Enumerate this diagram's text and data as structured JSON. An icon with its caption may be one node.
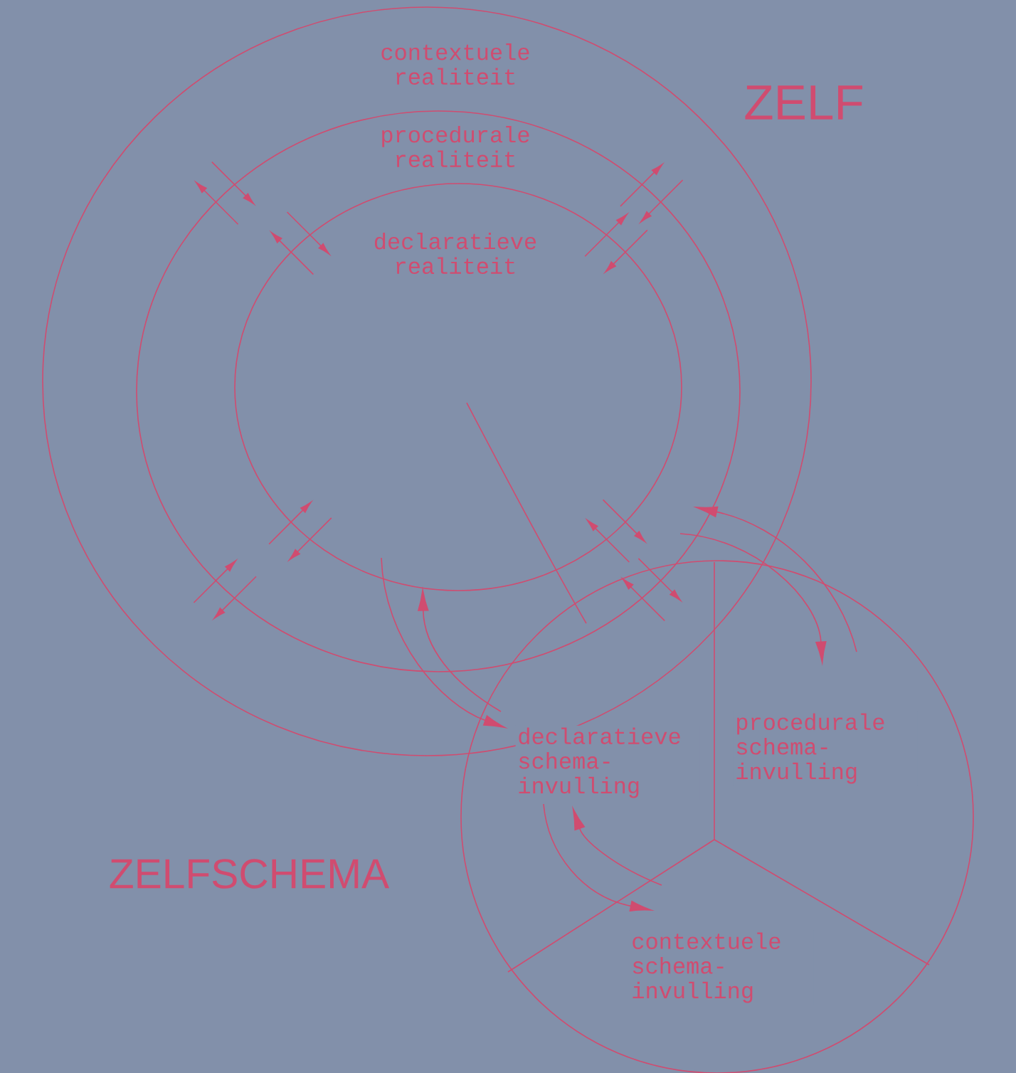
{
  "diagram": {
    "nodes": [
      {
        "text": [
          "contextuele realiteit"
        ]
      },
      {
        "text": [
          "procedurale realiteit"
        ],
        "in": 0
      },
      {
        "text": [
          "declaratieve realiteit"
        ],
        "in": 1
      },
      {
        "text": [],
        "shape": "circle"
      },
      {
        "text": [
          "declaratieve schema-invulling"
        ],
        "in": 3
      },
      {
        "text": [
          "procedurale schema-invulling"
        ],
        "in": 3
      },
      {
        "text": [
          "contextuele schema-invulling"
        ],
        "in": 3
      }
    ],
    "edges": [
      {
        "from": 4,
        "to": 2,
        "arrow": "to"
      },
      {
        "from": 2,
        "to": 4,
        "arrow": "to"
      },
      {
        "from": 5,
        "to": 1,
        "arrow": "to"
      },
      {
        "from": 1,
        "to": 5,
        "arrow": "to"
      },
      {
        "from": 6,
        "to": 4,
        "arrow": "to"
      },
      {
        "from": 4,
        "to": 6,
        "arrow": "to"
      },
      {
        "from": 2,
        "to": 3,
        "arrow": "none"
      }
    ],
    "labels": [
      "ZELF",
      "ZELFSCHEMA"
    ]
  }
}
